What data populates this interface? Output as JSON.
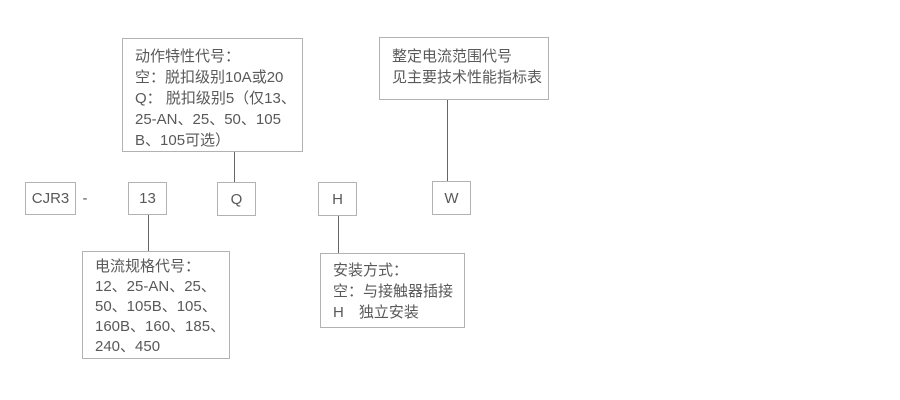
{
  "colors": {
    "box_border": "#b2b2b2",
    "connector_line": "#666666",
    "text": "#595959",
    "background": "#ffffff"
  },
  "model_row": {
    "prefix": "CJR3",
    "separator": "-",
    "code_current_spec": "13",
    "code_trip_class": "Q",
    "code_mounting": "H",
    "code_current_range": "W"
  },
  "callouts": {
    "trip_class": {
      "lines": [
        "动作特性代号：",
        "空：脱扣级别10A或20",
        "Q： 脱扣级别5（仅13、",
        "25-AN、25、50、105",
        "B、105可选）"
      ]
    },
    "current_range": {
      "lines": [
        "整定电流范围代号",
        "见主要技术性能指标表"
      ]
    },
    "current_spec": {
      "lines": [
        "电流规格代号：",
        "12、25-AN、25、",
        "50、105B、105、",
        "160B、160、185、",
        "240、450"
      ]
    },
    "mounting": {
      "lines": [
        "安装方式：",
        "空：与接触器插接",
        "H　独立安装"
      ]
    }
  }
}
